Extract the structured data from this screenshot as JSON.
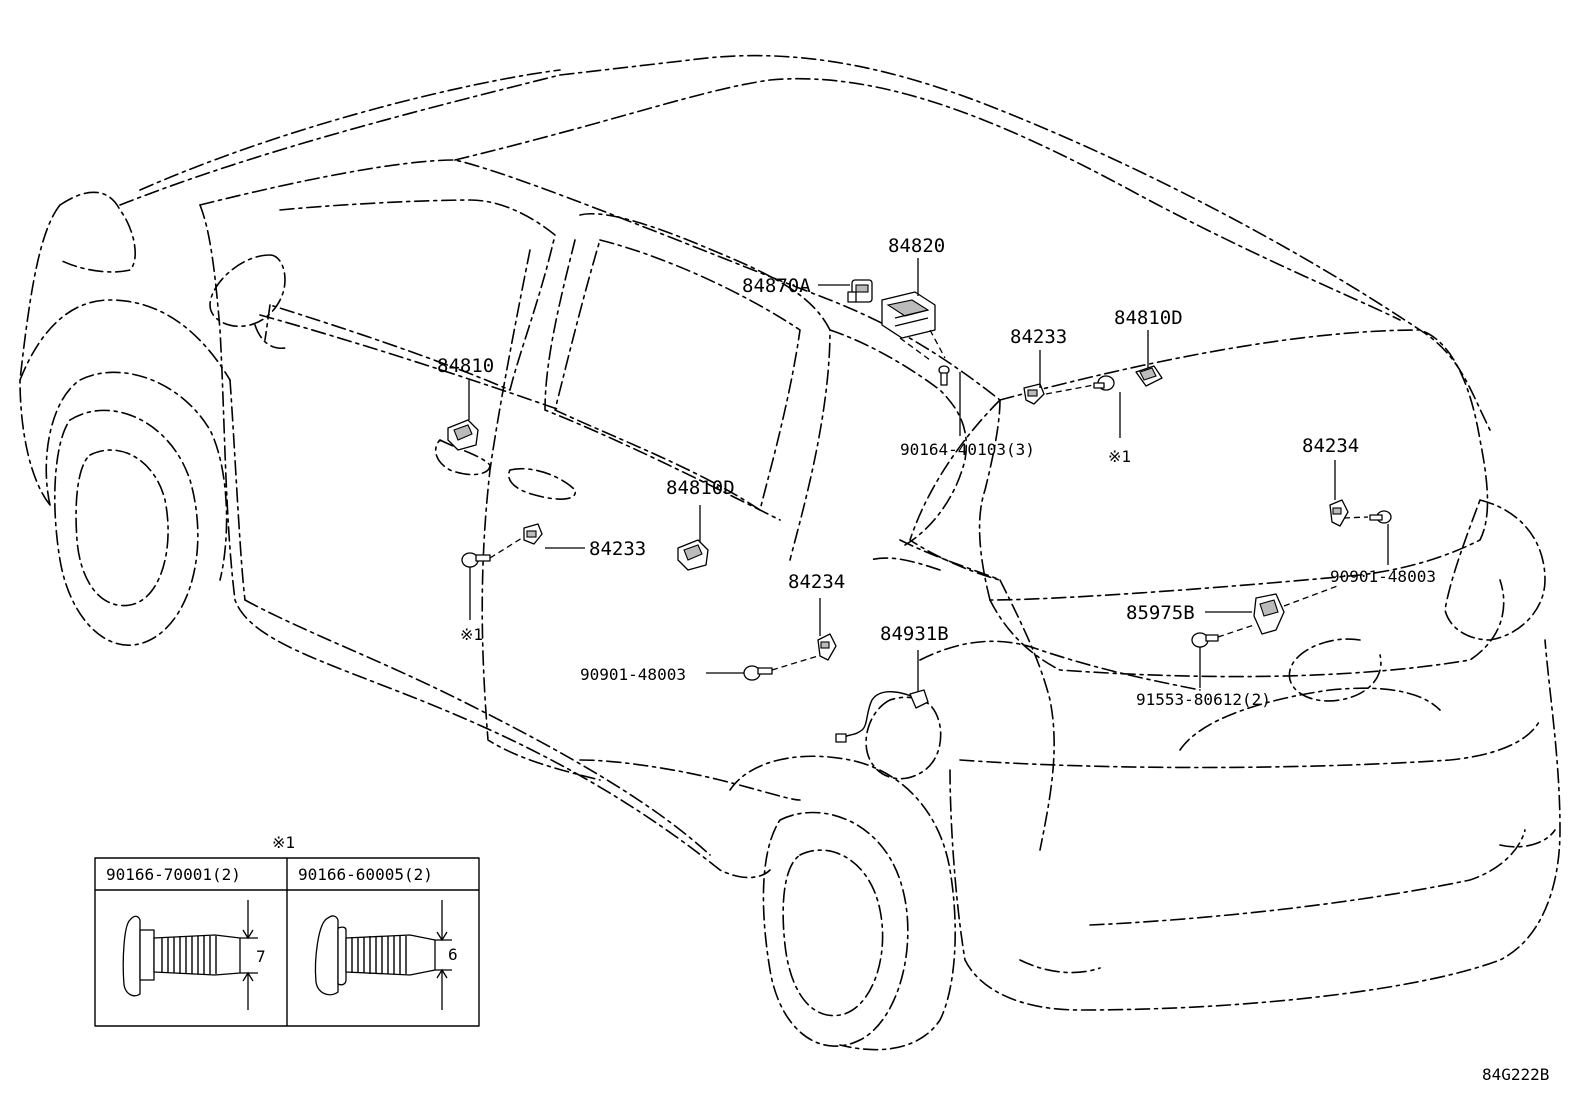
{
  "callouts": {
    "p84870A": "84870A",
    "p84820": "84820",
    "p84233_top": "84233",
    "p84810D_top": "84810D",
    "p84810": "84810",
    "p90164": "90164-40103(3)",
    "note1_top": "※1",
    "p84234_right": "84234",
    "p84810D_mid": "84810D",
    "p84233_left": "84233",
    "note1_left": "※1",
    "p84234_mid": "84234",
    "p90901_right": "90901-48003",
    "p85975B": "85975B",
    "p84931B": "84931B",
    "p90901_left": "90901-48003",
    "p91553": "91553-80612(2)"
  },
  "detail_table": {
    "note": "※1",
    "col1_header": "90166-70001(2)",
    "col2_header": "90166-60005(2)",
    "col1_dim": "7",
    "col2_dim": "6"
  },
  "figure_code": "84G222B"
}
